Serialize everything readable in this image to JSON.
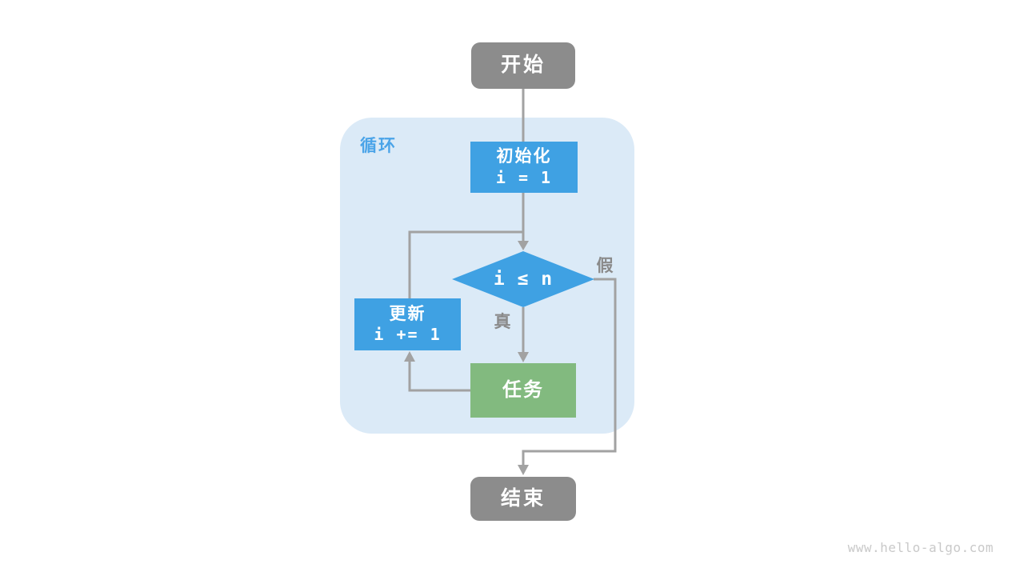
{
  "diagram": {
    "loop": {
      "label": "循环"
    },
    "nodes": {
      "start": {
        "label": "开始"
      },
      "init": {
        "label": "初始化",
        "code": "i = 1"
      },
      "condition": {
        "label": "i ≤ n"
      },
      "update": {
        "label": "更新",
        "code": "i += 1"
      },
      "task": {
        "label": "任务"
      },
      "end": {
        "label": "结束"
      }
    },
    "branch_labels": {
      "true": "真",
      "false": "假"
    },
    "watermark": "www.hello-algo.com",
    "colors": {
      "process_blue": "#3FA1E3",
      "task_green": "#82BA7F",
      "terminal_gray": "#8C8C8C",
      "loop_bg": "#DBEAF7",
      "loop_label_blue": "#4BA4E8",
      "edge_gray": "#A2A2A2",
      "branch_label_gray": "#8A8A8A",
      "node_text_white": "#FFFFFF",
      "watermark_gray": "#C9C9C9"
    }
  }
}
